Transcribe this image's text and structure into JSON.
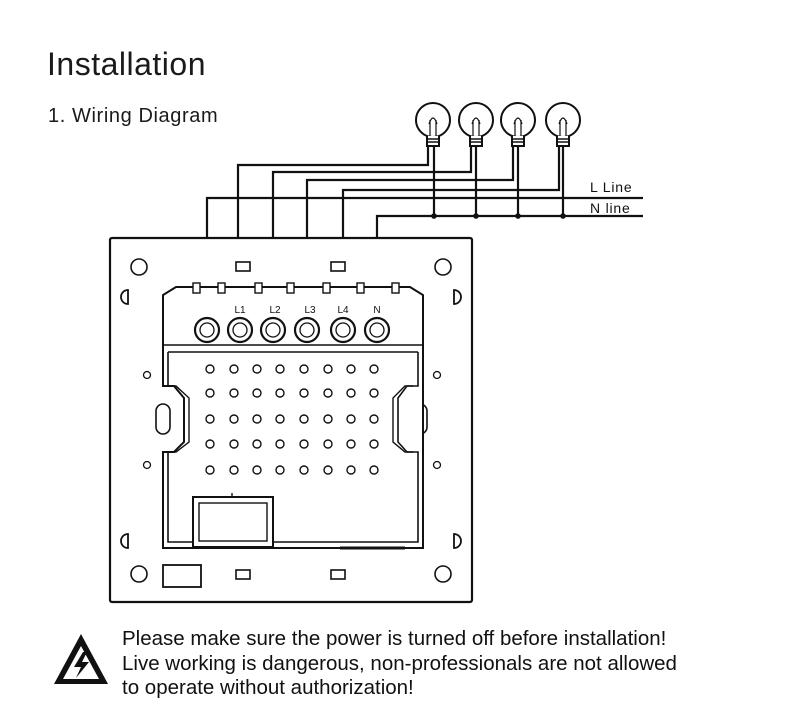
{
  "page": {
    "title": "Installation",
    "subtitle": "1. Wiring Diagram"
  },
  "diagram": {
    "line_labels": {
      "live": "L  Line",
      "neutral": "N  line"
    },
    "terminals": [
      "L1",
      "L2",
      "L3",
      "L4",
      "N"
    ],
    "lamps": 4,
    "icons": [
      "bulb-icon",
      "warning-shock-icon",
      "terminal-screw-icon",
      "mounting-hole-icon"
    ]
  },
  "warning": {
    "line1": "Please make sure the power is turned off before installation!",
    "line2": "Live working is dangerous, non-professionals are not allowed",
    "line3": "to operate without authorization!"
  }
}
